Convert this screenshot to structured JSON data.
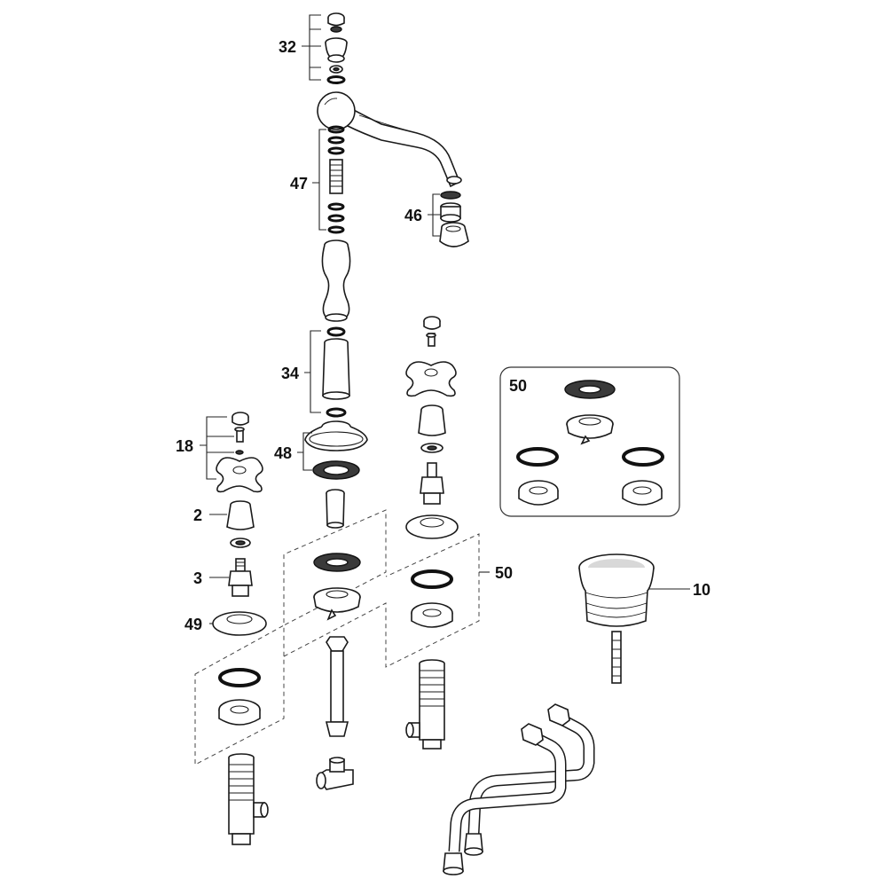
{
  "diagram": {
    "callouts": {
      "c32": "32",
      "c47": "47",
      "c46": "46",
      "c34": "34",
      "c18": "18",
      "c48": "48",
      "c50_inset": "50",
      "c2": "2",
      "c3": "3",
      "c49": "49",
      "c50": "50",
      "c10": "10"
    }
  }
}
